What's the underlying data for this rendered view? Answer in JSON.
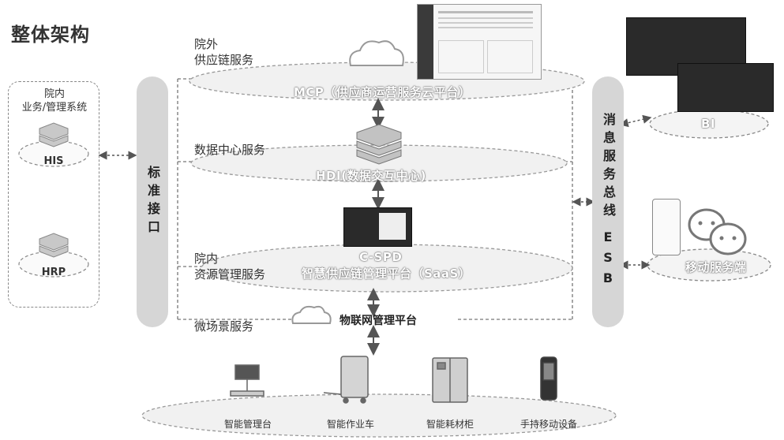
{
  "title": "整体架构",
  "inner_box": {
    "title_line1": "院内",
    "title_line2": "业务/管理系统",
    "nodes": [
      "HIS",
      "HRP"
    ]
  },
  "left_bar": "标准接口",
  "right_bar": {
    "line1": "消息服务总线",
    "line2": "ESB"
  },
  "layers": [
    {
      "side_label_line1": "院外",
      "side_label_line2": "供应链服务",
      "platform": "MCP（供应商运营服务云平台）"
    },
    {
      "side_label_line1": "数据中心服务",
      "platform": "HDI(数据交互中心)"
    },
    {
      "side_label_line1": "院内",
      "side_label_line2": "资源管理服务",
      "platform_line1": "C-SPD",
      "platform_line2": "智慧供应链管理平台（SaaS）"
    },
    {
      "side_label_line1": "微场景服务",
      "platform": "物联网管理平台"
    }
  ],
  "right_nodes": [
    "BI",
    "移动服务端"
  ],
  "devices": [
    "智能管理台",
    "智能作业车",
    "智能耗材柜",
    "手持移动设备"
  ],
  "icons": [
    "cloud-icon",
    "server-stack-icon",
    "chat-bubbles-icon",
    "arrow-icon"
  ]
}
